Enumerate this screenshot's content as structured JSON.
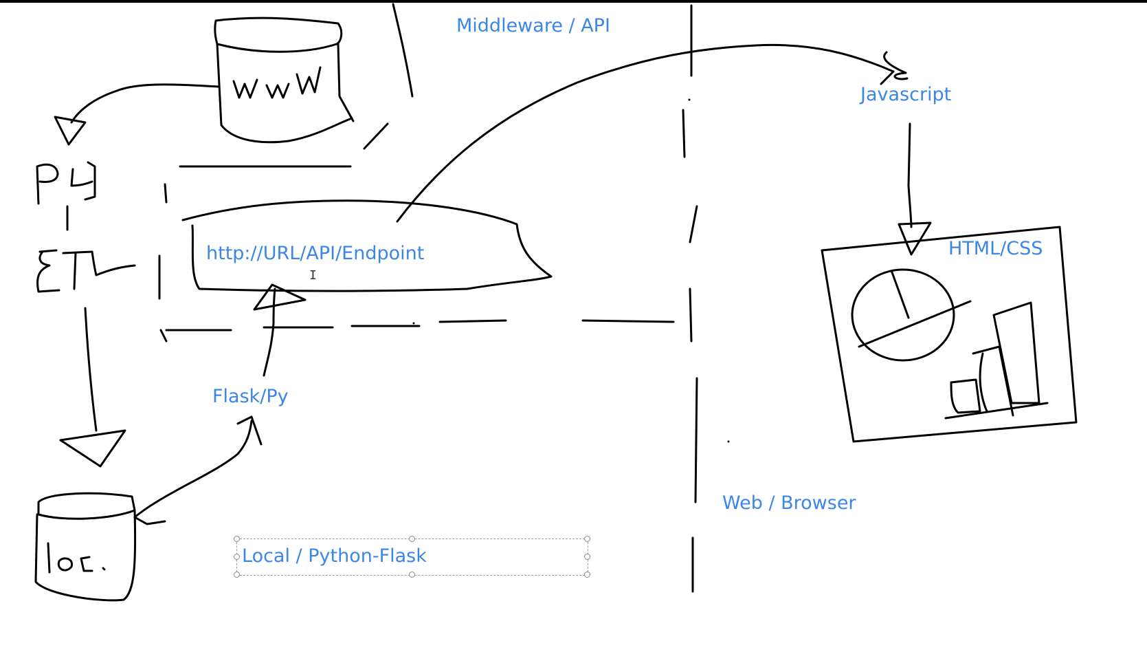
{
  "labels": {
    "middleware": "Middleware / API",
    "javascript": "Javascript",
    "endpoint": "http://URL/API/Endpoint",
    "html_css": "HTML/CSS",
    "flask_py": "Flask/Py",
    "web_browser": "Web / Browser",
    "local_flask": "Local / Python-Flask"
  },
  "handwriting": {
    "www": "www",
    "py": "Py",
    "etl": "ETL",
    "loc": "loc."
  },
  "colors": {
    "label_text": "#3b86e6",
    "ink": "#000000"
  }
}
